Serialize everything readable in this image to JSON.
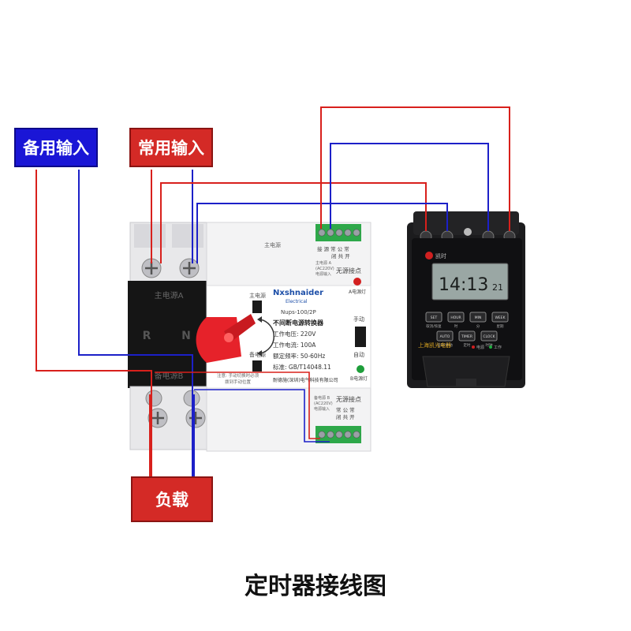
{
  "labels": {
    "backup_input": "备用输入",
    "normal_input": "常用输入",
    "load": "负载"
  },
  "footer_title": "定时器接线图",
  "switch": {
    "brand": "Nxshnaider",
    "brand_sub": "Electrical",
    "model": "Nups-100/2P",
    "product_name": "不间断电源转换器",
    "voltage": "工作电压: 220V",
    "current": "工作电流: 100A",
    "frequency": "额定频率: 50-60Hz",
    "standard": "标准: GB/T14048.11",
    "manufacturer": "耐德施(深圳)电气科技有限公司",
    "main_source": "主电源A",
    "backup_source": "备电源B",
    "pole_r": "R",
    "pole_n": "N",
    "main_power_tag": "主电源",
    "backup_power_tag": "备电源",
    "lamp_a": "A电源灯",
    "lamp_b": "B电源灯",
    "manual": "手动",
    "auto": "自动",
    "note_line1": "注意: 手动切换时必须",
    "note_line2": "拨到手动位置",
    "dry_contact": "无源接点",
    "contact_labels": "接 源 常 公 常",
    "contact_labels2": "闭 共 开",
    "main_detect": "主电源 A",
    "detect_sub": "(AC220V)",
    "detect_sub2": "电源输入",
    "backup_detect": "备电源 B",
    "bottom_contact_labels": "常 公 常",
    "bottom_contact_labels2": "闭 共 开"
  },
  "timer": {
    "brand": "凯时",
    "display_time": "14:13",
    "display_seconds": "21",
    "buttons_row1": [
      "SET",
      "HOUR",
      "MIN",
      "WEEK"
    ],
    "buttons_row1_sub": [
      "取消/恢复",
      "时",
      "分",
      "星期"
    ],
    "buttons_row2": [
      "AUTO",
      "TIMER",
      "CLOCK"
    ],
    "buttons_row2_sub": [
      "自动/手动",
      "定时",
      "时钟"
    ],
    "maker": "上海凯光电器",
    "indicator_power": "电源",
    "indicator_work": "工作"
  },
  "colors": {
    "red_wire": "#d8201c",
    "blue_wire": "#1c20c8",
    "label_blue": "#1a16d6",
    "label_red": "#d42a26"
  }
}
